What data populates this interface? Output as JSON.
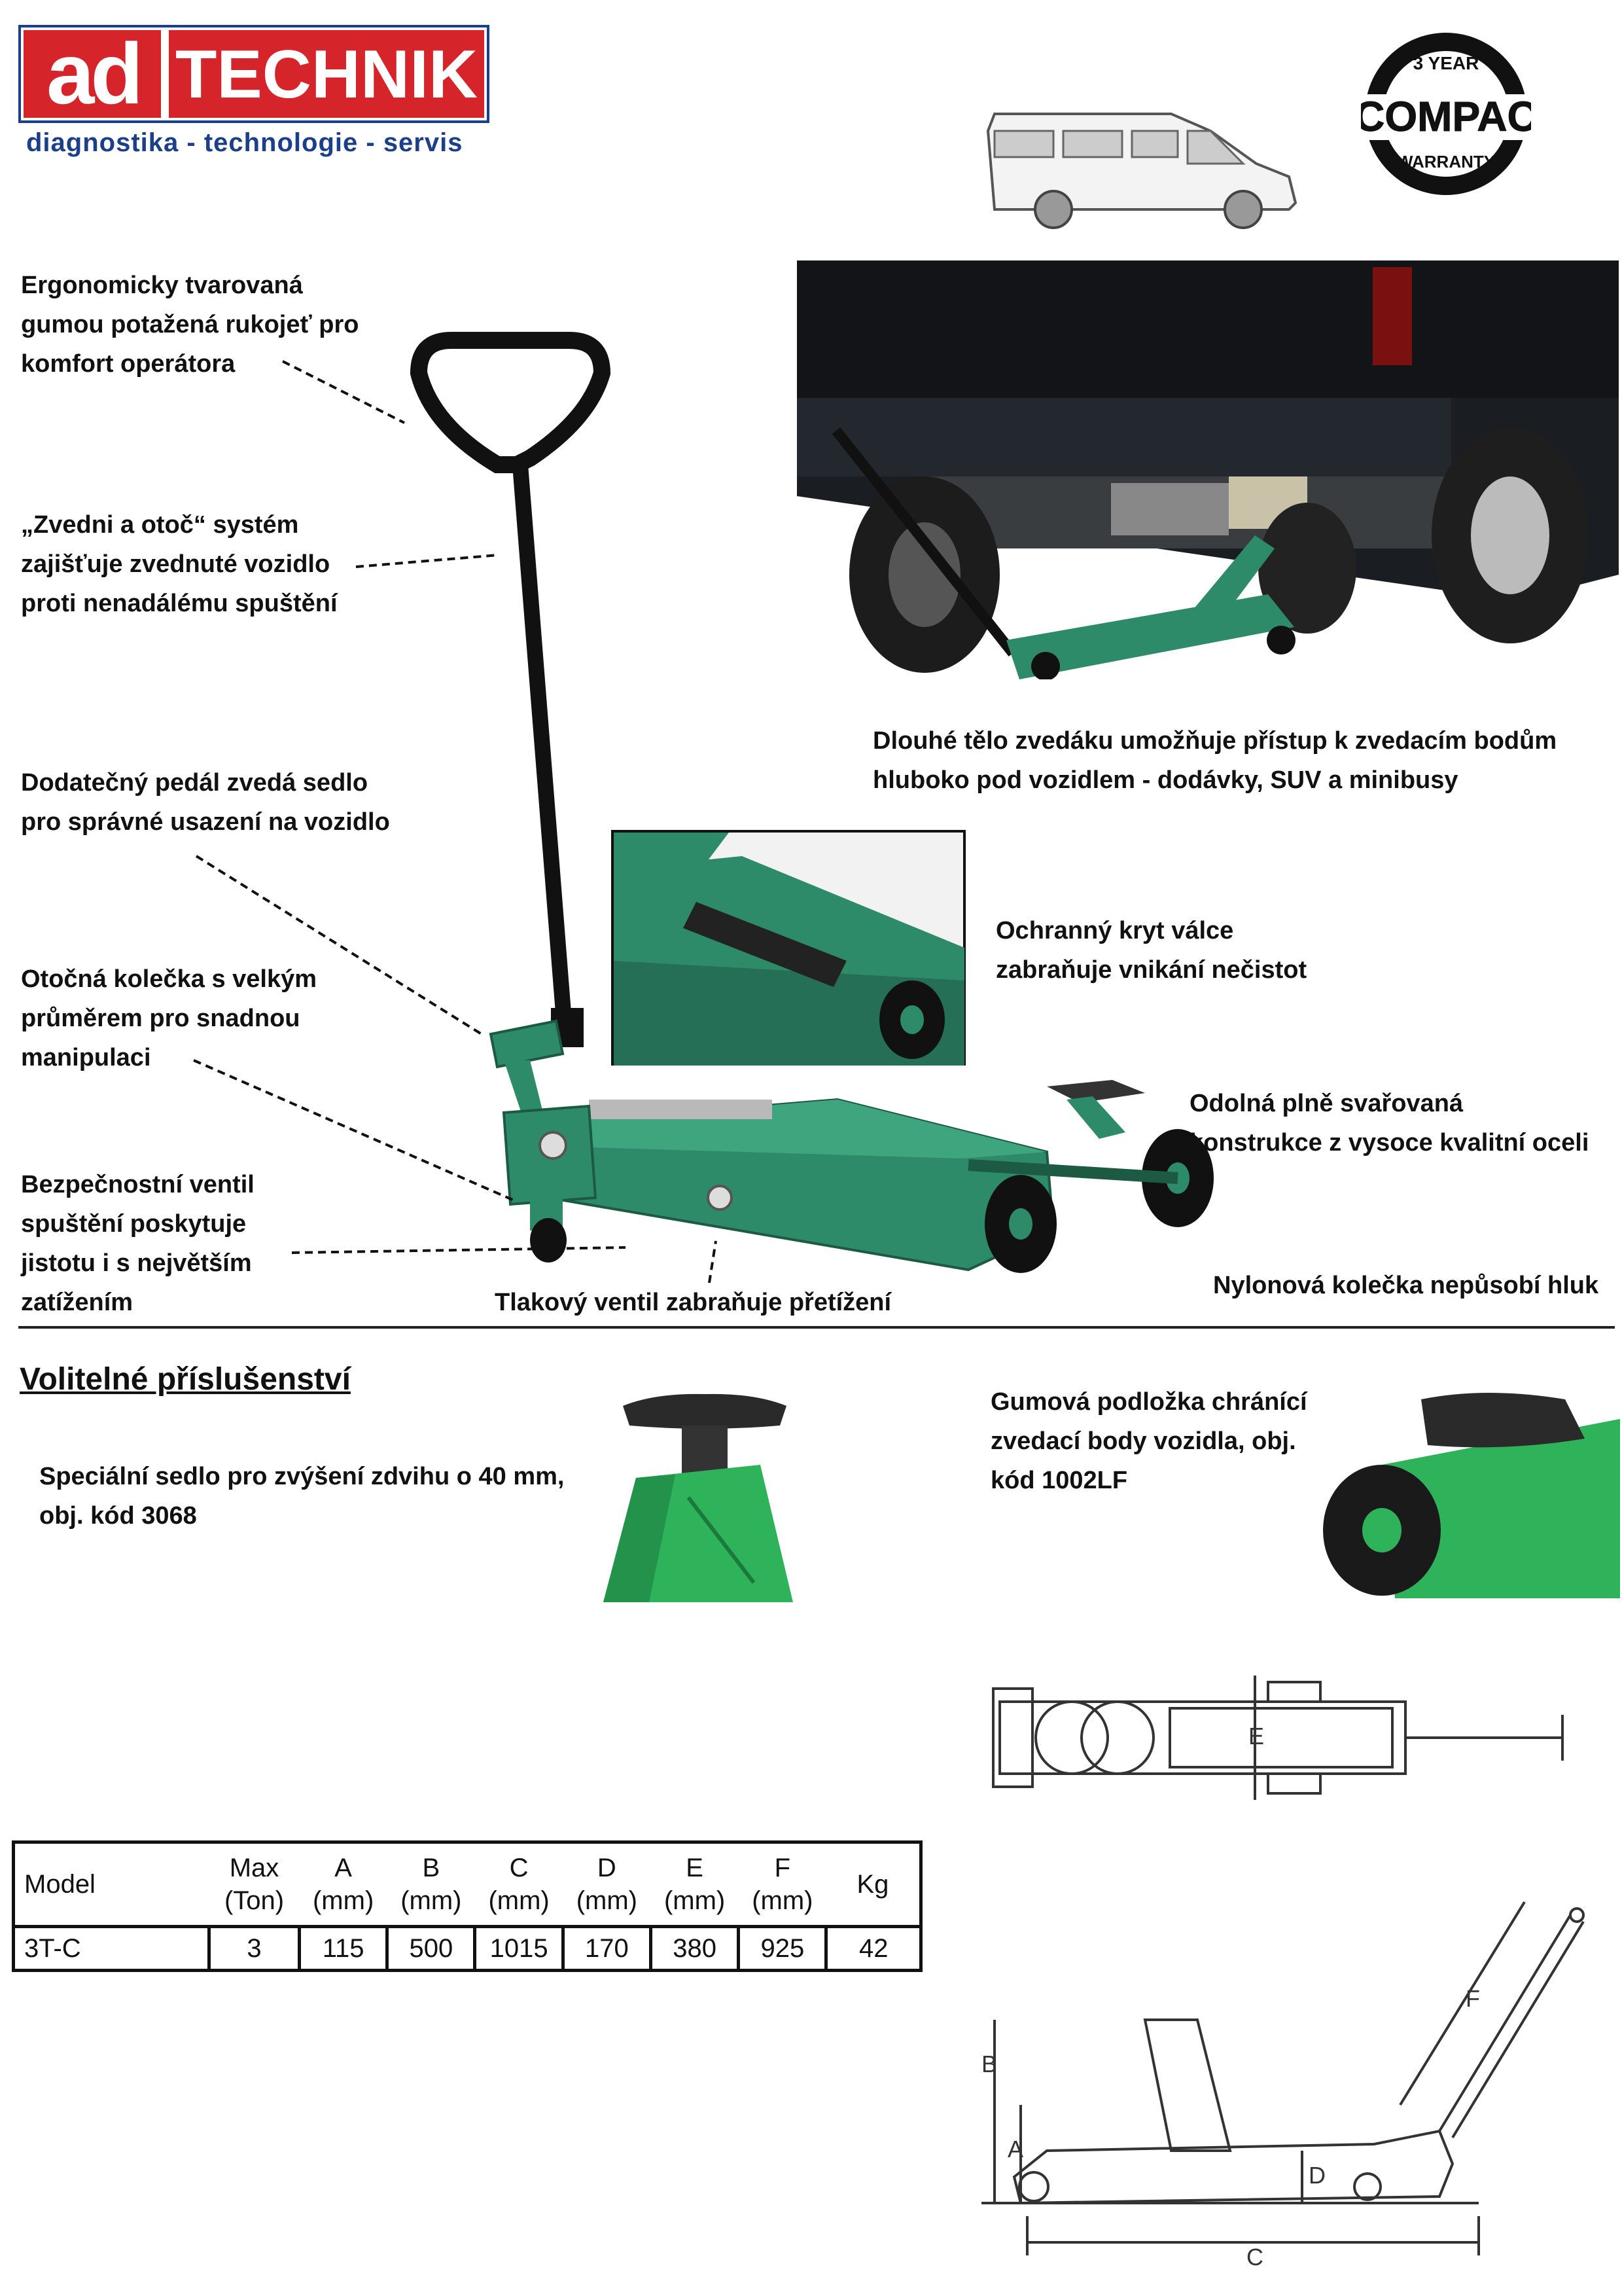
{
  "logo": {
    "mark": "ad",
    "name": "TECHNIK",
    "subtitle": "diagnostika - technologie - servis"
  },
  "badge": {
    "top_text": "3 YEAR",
    "brand": "COMPAC",
    "bottom_text": "WARRANTY"
  },
  "callouts": {
    "handle": [
      "Ergonomicky tvarovaná",
      "gumou potažená rukojeť pro",
      "komfort operátora"
    ],
    "lift_turn": [
      "„Zvedni a otoč“ systém",
      "zajišťuje zvednuté vozidlo",
      "proti nenadálému spuštění"
    ],
    "pedal": [
      "Dodatečný pedál zvedá sedlo",
      "pro správné usazení na vozidlo"
    ],
    "casters": [
      "Otočná kolečka s velkým",
      "průměrem pro snadnou",
      "manipulaci"
    ],
    "safety_valve": [
      "Bezpečnostní ventil",
      "spuštění poskytuje",
      "jistotu i s největším",
      "zatížením"
    ],
    "pressure_valve": "Tlakový ventil zabraňuje přetížení",
    "long_body": [
      "Dlouhé tělo zvedáku umožňuje přístup k zvedacím bodům",
      "hluboko pod vozidlem  - dodávky, SUV a minibusy"
    ],
    "cylinder_cover": [
      "Ochranný kryt válce",
      "zabraňuje vnikání nečistot"
    ],
    "welded": [
      "Odolná plně svařovaná",
      "konstrukce z vysoce kvalitní oceli"
    ],
    "nylon_wheels": "Nylonová kolečka nepůsobí hluk"
  },
  "accessories": {
    "title": "Volitelné příslušenství",
    "saddle": [
      "Speciální sedlo pro zvýšení zdvihu o 40 mm,",
      "obj. kód 3068"
    ],
    "pad": [
      "Gumová podložka chránící",
      "zvedací body vozidla, obj.",
      "kód 1002LF"
    ]
  },
  "diagram_labels": {
    "top": {
      "e": "E"
    },
    "side": {
      "a": "A",
      "b": "B",
      "c": "C",
      "d": "D",
      "f": "F"
    }
  },
  "table": {
    "headers": [
      {
        "l1": "Model",
        "l2": ""
      },
      {
        "l1": "Max",
        "l2": "(Ton)"
      },
      {
        "l1": "A",
        "l2": "(mm)"
      },
      {
        "l1": "B",
        "l2": "(mm)"
      },
      {
        "l1": "C",
        "l2": "(mm)"
      },
      {
        "l1": "D",
        "l2": "(mm)"
      },
      {
        "l1": "E",
        "l2": "(mm)"
      },
      {
        "l1": "F",
        "l2": "(mm)"
      },
      {
        "l1": "Kg",
        "l2": ""
      }
    ],
    "rows": [
      [
        "3T-C",
        "3",
        "115",
        "500",
        "1015",
        "170",
        "380",
        "925",
        "42"
      ]
    ]
  },
  "colors": {
    "brand_red": "#d6252a",
    "brand_blue": "#1b3f8a",
    "jack_green": "#2e8b6a",
    "accessory_green": "#2fb35a"
  }
}
